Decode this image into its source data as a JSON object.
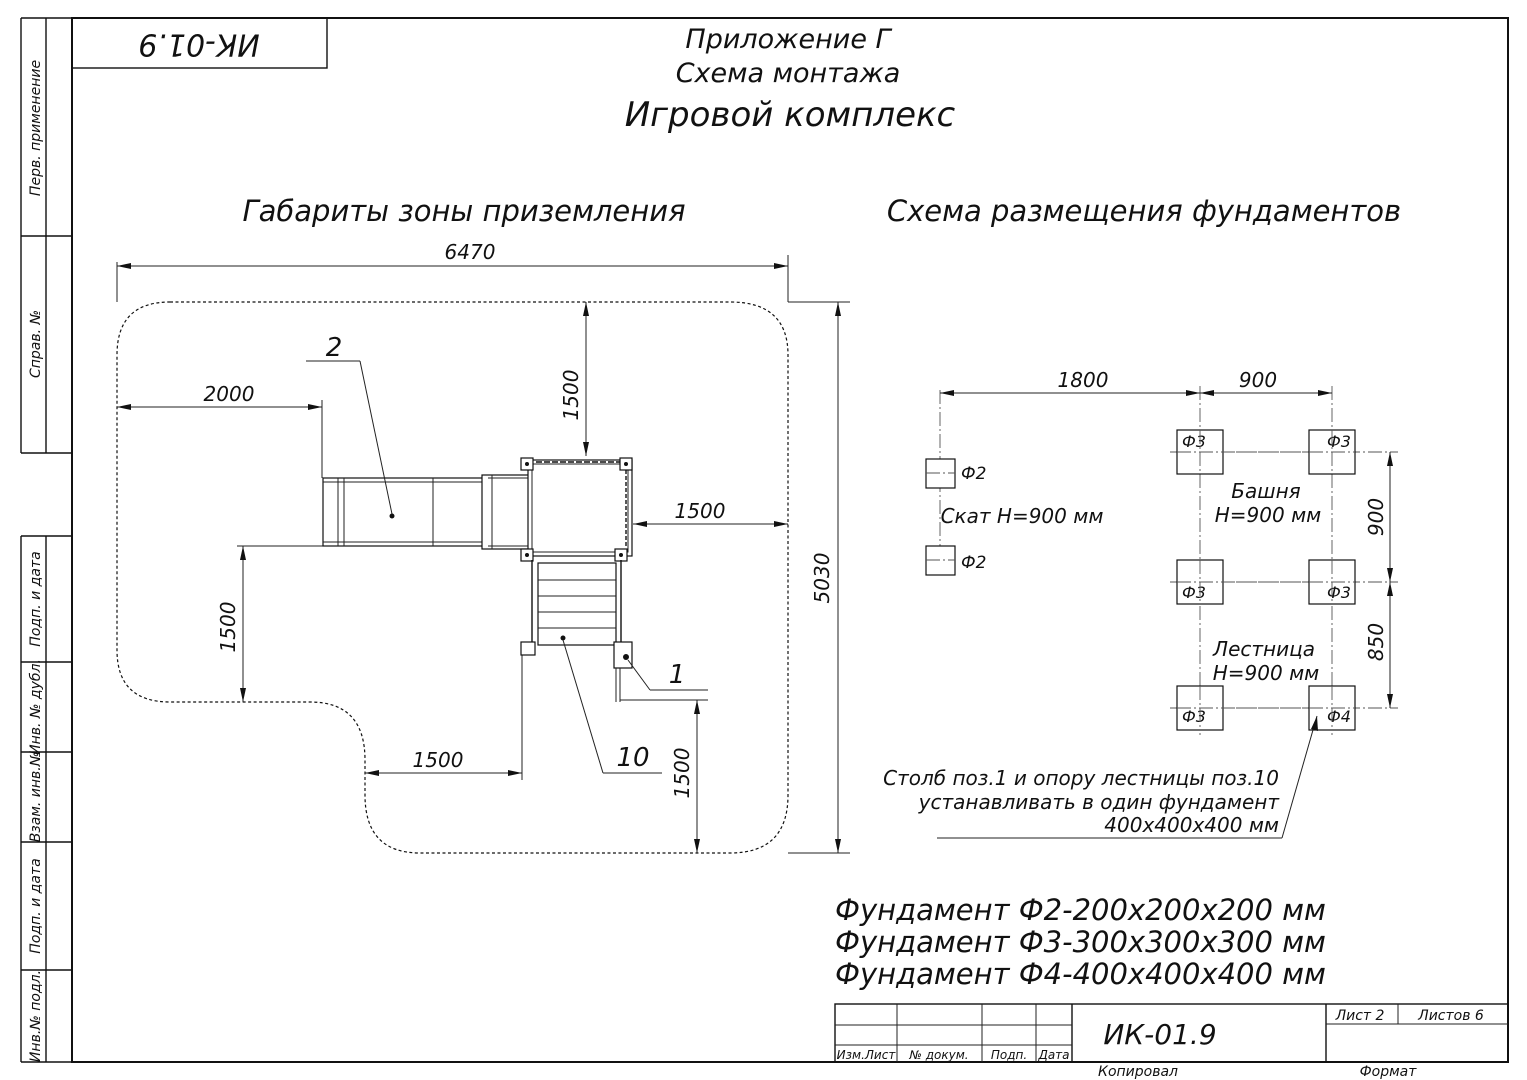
{
  "document": {
    "code_rotated": "ИК-01.9",
    "appendix": "Приложение Г",
    "scheme": "Схема монтажа",
    "product": "Игровой комплекс"
  },
  "side_strip": {
    "perv_primenenie": "Перв. применение",
    "sprav_no": "Справ. №",
    "podp_i_data_1": "Подп. и дата",
    "inv_no_dubl": "Инв. № дубл.",
    "vzam_inv_no": "Взам. инв.№",
    "podp_i_data_2": "Подп. и дата",
    "inv_no_podl": "Инв.№ подл."
  },
  "landing_zone": {
    "title": "Габариты зоны приземления",
    "dim_width": "6470",
    "dim_height": "5030",
    "dim_left_2000": "2000",
    "dim_top_1500": "1500",
    "dim_right_1500": "1500",
    "dim_left_1500": "1500",
    "dim_bottom_1500_h": "1500",
    "dim_bottom_1500_v": "1500",
    "callout_2": "2",
    "callout_1": "1",
    "callout_10": "10"
  },
  "foundation_layout": {
    "title": "Схема размещения фундаментов",
    "dim_1800": "1800",
    "dim_900_h": "900",
    "dim_900_v": "900",
    "dim_850": "850",
    "f2_label": "Ф2",
    "f3_label": "Ф3",
    "f4_label": "Ф4",
    "slide_label": "Скат H=900 мм",
    "tower_label_1": "Башня",
    "tower_label_2": "H=900 мм",
    "ladder_label_1": "Лестница",
    "ladder_label_2": "H=900 мм",
    "note_line_1": "Столб поз.1 и опору лестницы поз.10",
    "note_line_2": "устанавливать в один фундамент",
    "note_line_3": "400x400x400 мм"
  },
  "foundations_legend": [
    "Фундамент Ф2-200x200x200 мм",
    "Фундамент Ф3-300x300x300 мм",
    "Фундамент Ф4-400x400x400 мм"
  ],
  "title_block": {
    "designation": "ИК-01.9",
    "sheet": "Лист 2",
    "sheets": "Листов 6",
    "col_izm_list": "Изм.Лист",
    "col_doc_no": "№ докум.",
    "col_podp": "Подп.",
    "col_data": "Дата",
    "copied": "Копировал",
    "format": "Формат"
  }
}
